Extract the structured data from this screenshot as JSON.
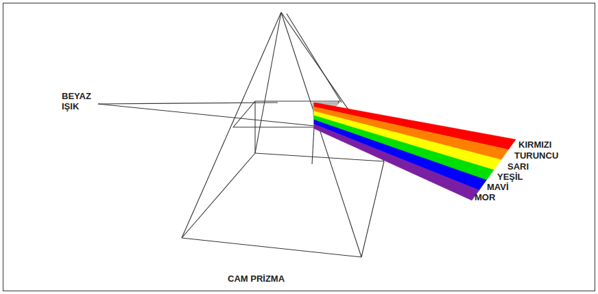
{
  "diagram": {
    "labels": [
      "BEYAZ IŞIK",
      "CAM PRİZMA",
      "KIRMIZI",
      "TURUNCU",
      "SARI",
      "YEŞİL",
      "MAVİ",
      "MOR"
    ]
  }
}
